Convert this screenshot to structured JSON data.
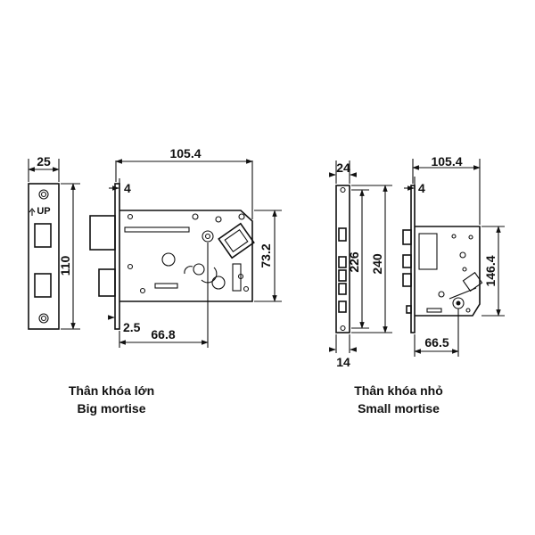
{
  "big": {
    "dim_faceplate_width": "25",
    "dim_body_depth": "105.4",
    "dim_faceplate_offset": "4",
    "dim_faceplate_height": "110",
    "dim_body_height": "73.2",
    "dim_faceplate_thickness": "2.5",
    "dim_backset": "66.8",
    "up_mark": "UP",
    "caption_vn": "Thân khóa lớn",
    "caption_en": "Big mortise"
  },
  "small": {
    "dim_faceplate_width": "24",
    "dim_body_depth": "105.4",
    "dim_faceplate_offset": "4",
    "dim_inner_height": "226",
    "dim_faceplate_height": "240",
    "dim_body_height": "146.4",
    "dim_faceplate_bottom": "14",
    "dim_backset": "66.5",
    "caption_vn": "Thân khóa nhỏ",
    "caption_en": "Small mortise"
  }
}
